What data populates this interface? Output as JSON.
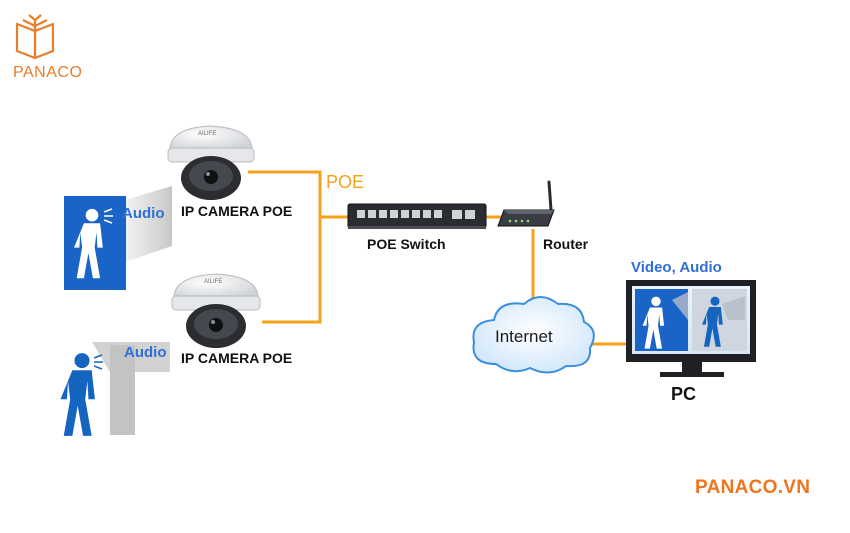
{
  "brand": {
    "name": "PANACO",
    "logo_icon": "open-book-logo-icon",
    "color": "#e87d2a"
  },
  "cameras": [
    {
      "label": "IP CAMERA POE",
      "audio": "Audio",
      "brand_mark": "AILIFE"
    },
    {
      "label": "IP CAMERA POE",
      "audio": "Audio",
      "brand_mark": "AILIFE"
    }
  ],
  "poe_label": "POE",
  "switch_label": "POE Switch",
  "router_label": "Router",
  "internet_label": "Internet",
  "pc": {
    "label": "PC",
    "title": "Video, Audio"
  },
  "website": "PANACO.VN",
  "colors": {
    "cable": "#f4a21a",
    "accent_blue": "#2f6fd6",
    "person_blue": "#1565c0",
    "brand_orange": "#f0741e"
  }
}
